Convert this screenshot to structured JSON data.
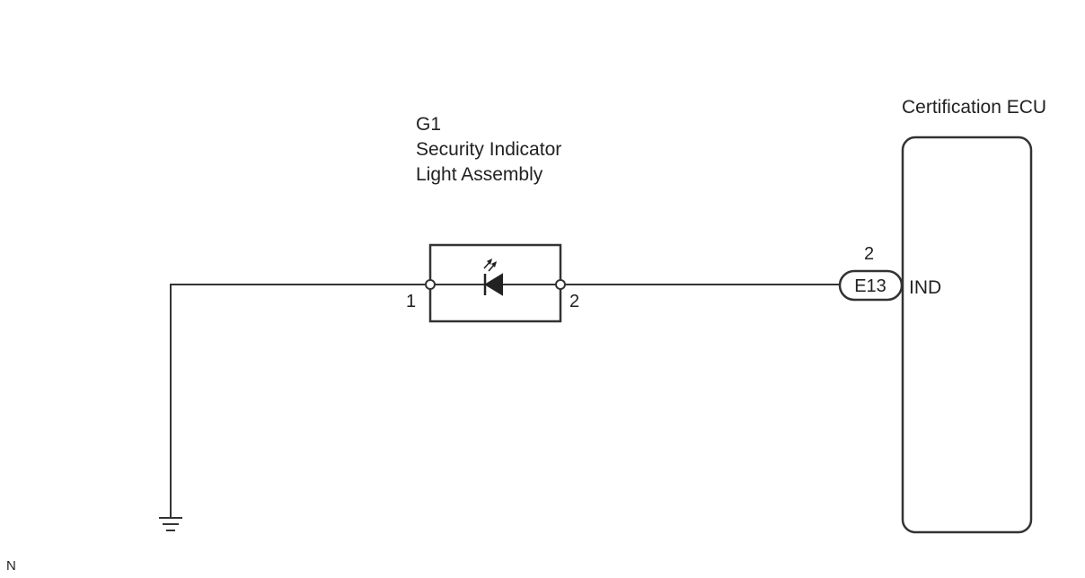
{
  "component": {
    "code": "G1",
    "name_line1": "Security Indicator",
    "name_line2": "Light Assembly",
    "pin_left": "1",
    "pin_right": "2"
  },
  "ecu": {
    "name": "Certification ECU",
    "connector": "E13",
    "pin": "2",
    "terminal": "IND"
  },
  "footer": {
    "mark": "N"
  },
  "icons": [
    "led-diode-icon",
    "ground-icon"
  ]
}
